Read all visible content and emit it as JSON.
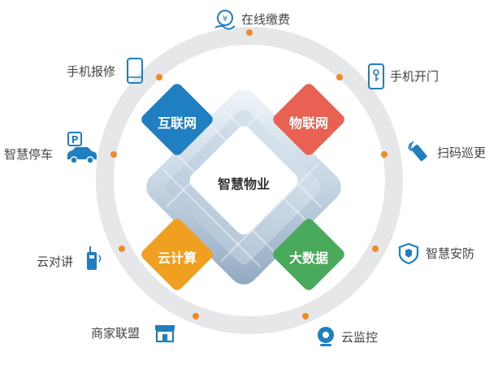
{
  "center": {
    "title": "智慧物业"
  },
  "quadrants": {
    "top_left": {
      "label": "互联网",
      "color": "#1f7fc0"
    },
    "top_right": {
      "label": "物联网",
      "color": "#e86153"
    },
    "bottom_left": {
      "label": "云计算",
      "color": "#f0a020"
    },
    "bottom_right": {
      "label": "大数据",
      "color": "#4aaa5c"
    }
  },
  "services": {
    "online_payment": "在线缴费",
    "mobile_door": "手机开门",
    "scan_patrol": "扫码巡更",
    "smart_security": "智慧安防",
    "cloud_monitor": "云监控",
    "merchant_alliance": "商家联盟",
    "cloud_intercom": "云对讲",
    "smart_parking": "智慧停车",
    "mobile_repair": "手机报修"
  },
  "colors": {
    "ring": "#e6e7e8",
    "dot": "#f08a24",
    "icon": "#1f7fc0"
  }
}
